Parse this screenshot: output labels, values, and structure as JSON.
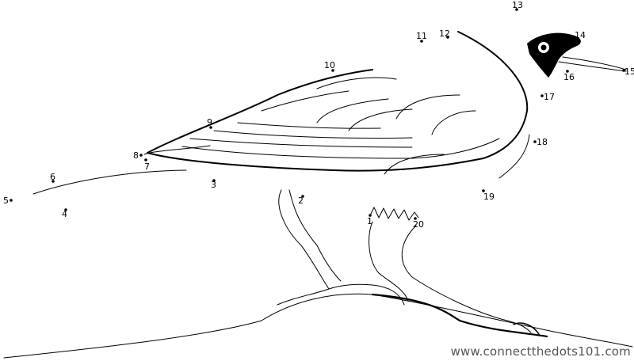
{
  "puzzle": {
    "dots": [
      {
        "label": "1"
      },
      {
        "label": "2"
      },
      {
        "label": "3"
      },
      {
        "label": "4"
      },
      {
        "label": "5"
      },
      {
        "label": "6"
      },
      {
        "label": "7"
      },
      {
        "label": "8"
      },
      {
        "label": "9"
      },
      {
        "label": "10"
      },
      {
        "label": "11"
      },
      {
        "label": "12"
      },
      {
        "label": "13"
      },
      {
        "label": "14"
      },
      {
        "label": "15"
      },
      {
        "label": "16"
      },
      {
        "label": "17"
      },
      {
        "label": "18"
      },
      {
        "label": "19"
      },
      {
        "label": "20"
      }
    ]
  },
  "watermark": "www.connectthedots101.com",
  "colors": {
    "line": "#000000",
    "watermark": "#555555"
  }
}
